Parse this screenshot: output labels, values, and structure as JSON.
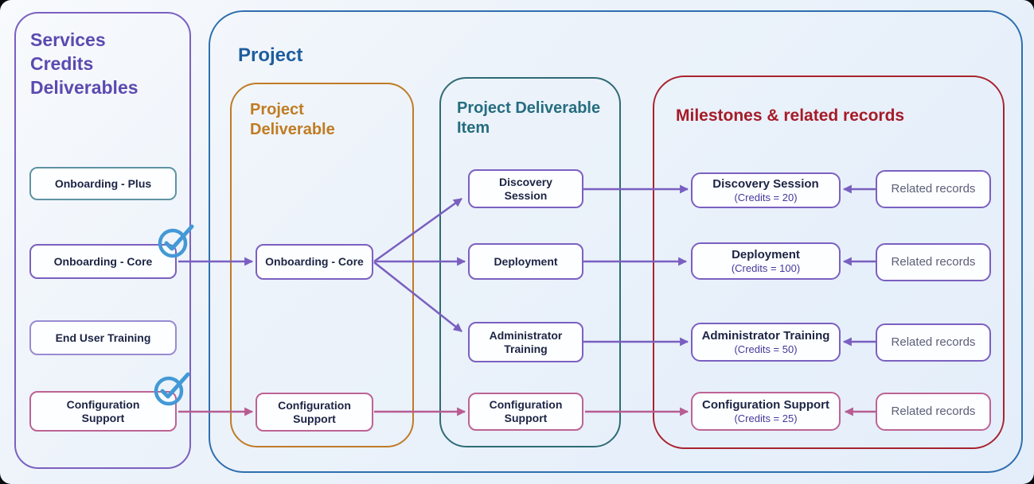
{
  "palette": {
    "purple-border": "#7b60c0",
    "arrow-purple": "#7a5fc0",
    "pink": "#bd6394",
    "arrow-pink": "#b85c92",
    "blue": "#2e6fae",
    "orange": "#c07b27",
    "teal": "#2e6b75",
    "red": "#a8232e",
    "steel": "#5e93a3",
    "lavender": "#978bd1",
    "title-purple": "#5b4ab0",
    "title-blue": "#1e5d9e",
    "title-orange": "#c07c22",
    "title-teal": "#256d80",
    "title-red": "#a51b28",
    "check-blue": "#4399d6",
    "label-text": "#1c2444",
    "credits-text": "#43399b",
    "related-text": "#5a6078"
  },
  "left_panel": {
    "title": "Services\nCredits\nDeliverables",
    "items": [
      {
        "label": "Onboarding - Plus"
      },
      {
        "label": "Onboarding - Core"
      },
      {
        "label": "End User Training"
      },
      {
        "label": "Configuration Support"
      }
    ]
  },
  "project": {
    "title": "Project"
  },
  "project_deliverable": {
    "title": "Project Deliverable",
    "items": [
      {
        "label": "Onboarding - Core"
      },
      {
        "label": "Configuration Support"
      }
    ]
  },
  "project_deliverable_item": {
    "title": "Project Deliverable Item",
    "items": [
      {
        "label": "Discovery Session"
      },
      {
        "label": "Deployment"
      },
      {
        "label": "Administrator Training"
      },
      {
        "label": "Configuration Support"
      }
    ]
  },
  "milestones": {
    "title": "Milestones & related records",
    "items": [
      {
        "title": "Discovery Session",
        "credits": "(Credits = 20)",
        "related_label": "Related records"
      },
      {
        "title": "Deployment",
        "credits": "(Credits = 100)",
        "related_label": "Related records"
      },
      {
        "title": "Administrator Training",
        "credits": "(Credits = 50)",
        "related_label": "Related records"
      },
      {
        "title": "Configuration Support",
        "credits": "(Credits = 25)",
        "related_label": "Related records"
      }
    ]
  }
}
